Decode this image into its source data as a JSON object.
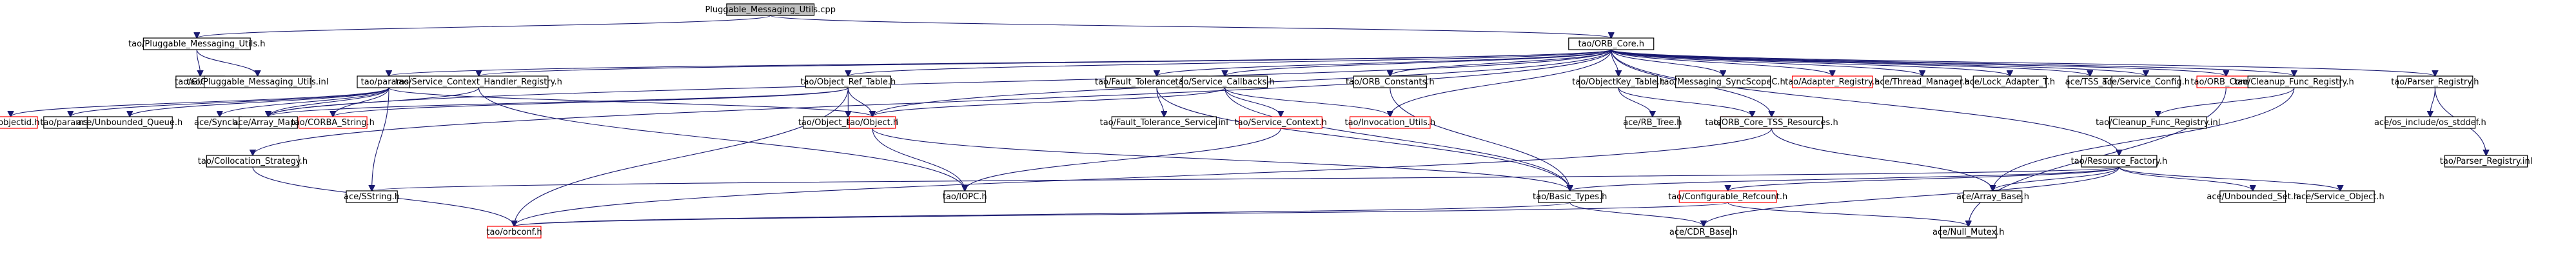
{
  "diagram": {
    "type": "include-dependency-graph",
    "colors": {
      "edge": "#191970",
      "root_fill": "#bfbfbf",
      "node_fill": "#ffffff",
      "node_border": "#000000",
      "truncated_border": "#ff0000"
    },
    "nodes": [
      {
        "id": "root",
        "label": "Pluggable_Messaging_Utils.cpp",
        "style": "root"
      },
      {
        "id": "pmu_h",
        "label": "tao/Pluggable_Messaging_Utils.h",
        "style": "plain"
      },
      {
        "id": "giop_c",
        "label": "tao/GIOPC.h",
        "style": "plain"
      },
      {
        "id": "pmu_inl",
        "label": "tao/Pluggable_Messaging_Utils.inl",
        "style": "plain"
      },
      {
        "id": "orb_core",
        "label": "tao/ORB_Core.h",
        "style": "plain"
      },
      {
        "id": "params",
        "label": "tao/params.h",
        "style": "plain"
      },
      {
        "id": "objectid",
        "label": "tao/objectid.h",
        "style": "trunc"
      },
      {
        "id": "params_inl",
        "label": "tao/params.inl",
        "style": "plain"
      },
      {
        "id": "unbounded_queue",
        "label": "ace/Unbounded_Queue.h",
        "style": "plain"
      },
      {
        "id": "synch",
        "label": "ace/Synch.h",
        "style": "plain"
      },
      {
        "id": "array_map",
        "label": "ace/Array_Map.h",
        "style": "plain"
      },
      {
        "id": "corba_string",
        "label": "tao/CORBA_String.h",
        "style": "trunc"
      },
      {
        "id": "collocation",
        "label": "tao/Collocation_Strategy.h",
        "style": "plain"
      },
      {
        "id": "sstring",
        "label": "ace/SString.h",
        "style": "plain"
      },
      {
        "id": "orbconf",
        "label": "tao/orbconf.h",
        "style": "trunc"
      },
      {
        "id": "scr",
        "label": "tao/Service_Context_Handler_Registry.h",
        "style": "plain"
      },
      {
        "id": "obj_ref_table",
        "label": "tao/Object_Ref_Table.h",
        "style": "plain"
      },
      {
        "id": "obj_ref_table_inl",
        "label": "tao/Object_Ref_Table.inl",
        "style": "plain"
      },
      {
        "id": "ft_service",
        "label": "tao/Fault_Tolerance_Service.h",
        "style": "plain"
      },
      {
        "id": "ft_service_inl",
        "label": "tao/Fault_Tolerance_Service.inl",
        "style": "plain"
      },
      {
        "id": "object_h",
        "label": "tao/Object.h",
        "style": "trunc"
      },
      {
        "id": "service_callbacks",
        "label": "tao/Service_Callbacks.h",
        "style": "plain"
      },
      {
        "id": "service_context",
        "label": "tao/Service_Context.h",
        "style": "trunc"
      },
      {
        "id": "iopc",
        "label": "tao/IOPC.h",
        "style": "plain"
      },
      {
        "id": "invocation_utils",
        "label": "tao/Invocation_Utils.h",
        "style": "trunc"
      },
      {
        "id": "orb_constants",
        "label": "tao/ORB_Constants.h",
        "style": "plain"
      },
      {
        "id": "basic_types",
        "label": "tao/Basic_Types.h",
        "style": "plain"
      },
      {
        "id": "objectkey_table",
        "label": "tao/ObjectKey_Table.h",
        "style": "plain"
      },
      {
        "id": "rb_tree",
        "label": "ace/RB_Tree.h",
        "style": "plain"
      },
      {
        "id": "object_keyc",
        "label": "tao/Object_KeyC.h",
        "style": "trunc"
      },
      {
        "id": "messaging_sync",
        "label": "tao/Messaging_SyncScopeC.h",
        "style": "plain"
      },
      {
        "id": "adapter_registry",
        "label": "tao/Adapter_Registry.h",
        "style": "trunc"
      },
      {
        "id": "thread_manager",
        "label": "ace/Thread_Manager.h",
        "style": "plain"
      },
      {
        "id": "lock_adapter",
        "label": "ace/Lock_Adapter_T.h",
        "style": "plain"
      },
      {
        "id": "tss_t",
        "label": "ace/TSS_T.h",
        "style": "plain"
      },
      {
        "id": "service_config",
        "label": "ace/Service_Config.h",
        "style": "plain"
      },
      {
        "id": "orb_core_inl",
        "label": "tao/ORB_Core.inl",
        "style": "trunc"
      },
      {
        "id": "orb_core_tss",
        "label": "tao/ORB_Core_TSS_Resources.h",
        "style": "plain"
      },
      {
        "id": "array_base",
        "label": "ace/Array_Base.h",
        "style": "plain"
      },
      {
        "id": "cleanup_func",
        "label": "tao/Cleanup_Func_Registry.h",
        "style": "plain"
      },
      {
        "id": "cleanup_func_inl",
        "label": "tao/Cleanup_Func_Registry.inl",
        "style": "plain"
      },
      {
        "id": "resource_factory",
        "label": "tao/Resource_Factory.h",
        "style": "plain"
      },
      {
        "id": "configurable_refcount",
        "label": "tao/Configurable_Refcount.h",
        "style": "trunc"
      },
      {
        "id": "cdr_base",
        "label": "ace/CDR_Base.h",
        "style": "plain"
      },
      {
        "id": "null_mutex",
        "label": "ace/Null_Mutex.h",
        "style": "plain"
      },
      {
        "id": "unbounded_set",
        "label": "ace/Unbounded_Set.h",
        "style": "plain"
      },
      {
        "id": "service_object",
        "label": "ace/Service_Object.h",
        "style": "plain"
      },
      {
        "id": "parser_registry",
        "label": "tao/Parser_Registry.h",
        "style": "plain"
      },
      {
        "id": "os_stddef",
        "label": "ace/os_include/os_stddef.h",
        "style": "plain"
      },
      {
        "id": "parser_registry_inl",
        "label": "tao/Parser_Registry.inl",
        "style": "plain"
      }
    ],
    "edges": [
      [
        "root",
        "pmu_h"
      ],
      [
        "root",
        "orb_core"
      ],
      [
        "pmu_h",
        "giop_c"
      ],
      [
        "pmu_h",
        "pmu_inl"
      ],
      [
        "orb_core",
        "params"
      ],
      [
        "orb_core",
        "scr"
      ],
      [
        "orb_core",
        "obj_ref_table"
      ],
      [
        "orb_core",
        "ft_service"
      ],
      [
        "orb_core",
        "service_callbacks"
      ],
      [
        "orb_core",
        "orb_constants"
      ],
      [
        "orb_core",
        "objectkey_table"
      ],
      [
        "orb_core",
        "messaging_sync"
      ],
      [
        "orb_core",
        "adapter_registry"
      ],
      [
        "orb_core",
        "thread_manager"
      ],
      [
        "orb_core",
        "lock_adapter"
      ],
      [
        "orb_core",
        "tss_t"
      ],
      [
        "orb_core",
        "service_config"
      ],
      [
        "orb_core",
        "orb_core_inl"
      ],
      [
        "orb_core",
        "cleanup_func"
      ],
      [
        "orb_core",
        "parser_registry"
      ],
      [
        "orb_core",
        "array_map"
      ],
      [
        "orb_core",
        "collocation"
      ],
      [
        "orb_core",
        "object_h"
      ],
      [
        "orb_core",
        "invocation_utils"
      ],
      [
        "orb_core",
        "orb_core_tss"
      ],
      [
        "orb_core",
        "resource_factory"
      ],
      [
        "params",
        "objectid"
      ],
      [
        "params",
        "params_inl"
      ],
      [
        "params",
        "unbounded_queue"
      ],
      [
        "params",
        "synch"
      ],
      [
        "params",
        "array_map"
      ],
      [
        "params",
        "corba_string"
      ],
      [
        "params",
        "sstring"
      ],
      [
        "params",
        "object_h"
      ],
      [
        "scr",
        "array_map"
      ],
      [
        "scr",
        "iopc"
      ],
      [
        "obj_ref_table",
        "array_map"
      ],
      [
        "obj_ref_table",
        "corba_string"
      ],
      [
        "obj_ref_table",
        "obj_ref_table_inl"
      ],
      [
        "obj_ref_table",
        "object_h"
      ],
      [
        "obj_ref_table",
        "orbconf"
      ],
      [
        "ft_service",
        "ft_service_inl"
      ],
      [
        "ft_service",
        "basic_types"
      ],
      [
        "service_callbacks",
        "object_h"
      ],
      [
        "service_callbacks",
        "service_context"
      ],
      [
        "service_callbacks",
        "invocation_utils"
      ],
      [
        "service_callbacks",
        "basic_types"
      ],
      [
        "service_context",
        "iopc"
      ],
      [
        "object_h",
        "iopc"
      ],
      [
        "object_h",
        "basic_types"
      ],
      [
        "orb_constants",
        "basic_types"
      ],
      [
        "objectkey_table",
        "rb_tree"
      ],
      [
        "objectkey_table",
        "object_keyc"
      ],
      [
        "collocation",
        "orbconf"
      ],
      [
        "orb_core_tss",
        "array_base"
      ],
      [
        "orb_core_tss",
        "orbconf"
      ],
      [
        "cleanup_func",
        "cleanup_func_inl"
      ],
      [
        "cleanup_func",
        "array_base"
      ],
      [
        "resource_factory",
        "sstring"
      ],
      [
        "resource_factory",
        "basic_types"
      ],
      [
        "resource_factory",
        "configurable_refcount"
      ],
      [
        "resource_factory",
        "array_base"
      ],
      [
        "resource_factory",
        "unbounded_set"
      ],
      [
        "resource_factory",
        "service_object"
      ],
      [
        "resource_factory",
        "cdr_base"
      ],
      [
        "configurable_refcount",
        "orbconf"
      ],
      [
        "configurable_refcount",
        "null_mutex"
      ],
      [
        "basic_types",
        "orbconf"
      ],
      [
        "basic_types",
        "cdr_base"
      ],
      [
        "orb_core_inl",
        "null_mutex"
      ],
      [
        "parser_registry",
        "os_stddef"
      ],
      [
        "parser_registry",
        "parser_registry_inl"
      ]
    ]
  }
}
